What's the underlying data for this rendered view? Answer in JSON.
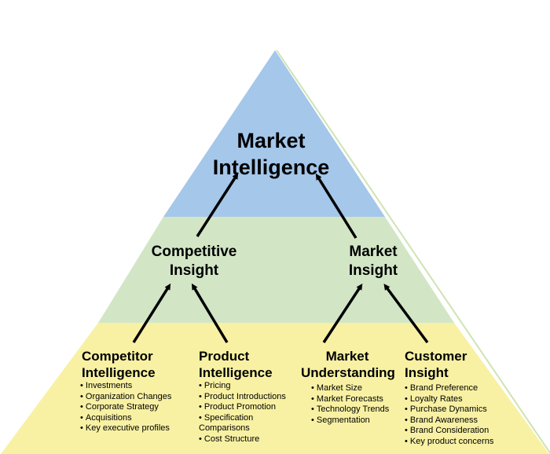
{
  "colors": {
    "apex": "#a4c7ea",
    "middle": "#d2e6c6",
    "base": "#f8f1a3",
    "arrow": "#000000"
  },
  "apex": {
    "title_line1": "Market",
    "title_line2": "Intelligence"
  },
  "middle": {
    "left": {
      "line1": "Competitive",
      "line2": "Insight"
    },
    "right": {
      "line1": "Market",
      "line2": "Insight"
    }
  },
  "base": {
    "competitor": {
      "line1": "Competitor",
      "line2": "Intelligence",
      "items": [
        "Investments",
        "Organization Changes",
        "Corporate Strategy",
        "Acquisitions",
        "Key executive profiles"
      ]
    },
    "product": {
      "line1": "Product",
      "line2": "Intelligence",
      "items": [
        "Pricing",
        "Product Introductions",
        "Product Promotion",
        "Specification",
        "Comparisons",
        "Cost Structure"
      ]
    },
    "market_understanding": {
      "line1": "Market",
      "line2": "Understanding",
      "items": [
        "Market Size",
        "Market Forecasts",
        "Technology Trends",
        "Segmentation"
      ]
    },
    "customer": {
      "line1": "Customer",
      "line2": "Insight",
      "items": [
        "Brand Preference",
        "Loyalty Rates",
        "Purchase Dynamics",
        "Brand Awareness",
        "Brand Consideration",
        "Key product concerns"
      ]
    }
  }
}
